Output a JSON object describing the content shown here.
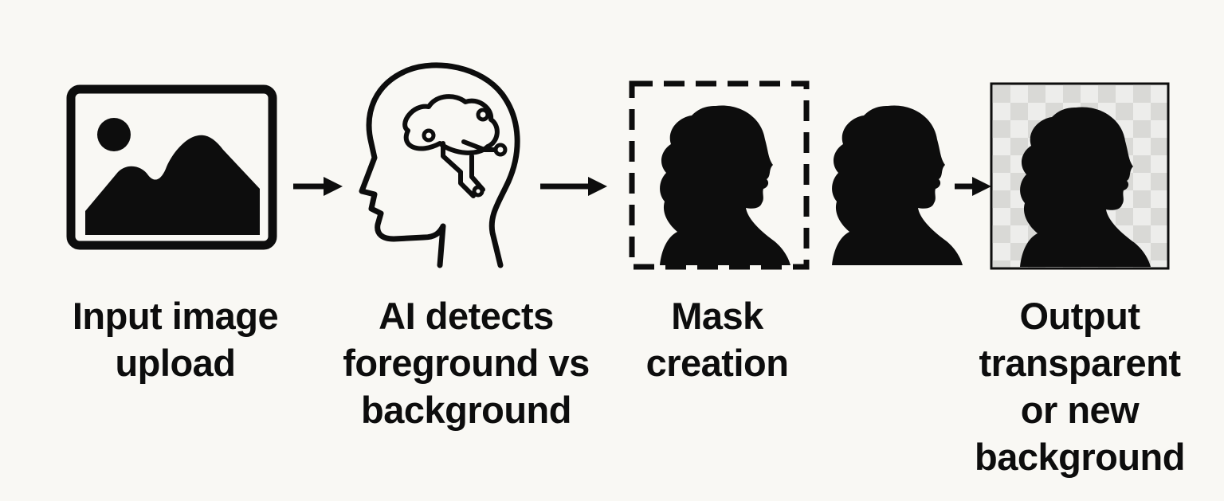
{
  "steps": [
    {
      "id": "input",
      "label": "Input image\nupload",
      "icon": "image-icon"
    },
    {
      "id": "detect",
      "label": "AI detects\nforeground vs\nbackground",
      "icon": "brain-head-icon"
    },
    {
      "id": "mask",
      "label": "Mask\ncreation",
      "icon": "masked-silhouette-icon"
    },
    {
      "id": "extracted",
      "label": "",
      "icon": "silhouette-icon"
    },
    {
      "id": "output",
      "label": "Output\ntransparent\nor new\nbackground",
      "icon": "transparent-silhouette-icon"
    }
  ],
  "colors": {
    "ink": "#0d0d0d",
    "background": "#f9f8f4",
    "checker_light": "#ededeb",
    "checker_dark": "#d9d9d6"
  }
}
